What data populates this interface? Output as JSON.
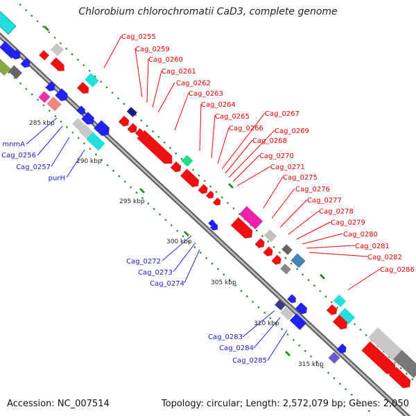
{
  "title": "Chlorobium chlorochromatii CaD3, complete genome",
  "footer": {
    "accession": "Accession: NC_007514",
    "topology": "Topology: circular; Length: 2,572,079 bp; Genes: 2,050"
  },
  "colors": {
    "red": "#ff0000",
    "blue": "#0000ff",
    "backbone": "#888888",
    "tick": "#2a8a2a",
    "label_red": "#ee0000",
    "label_blue": "#1a1ad8",
    "kbp_text": "#222222"
  },
  "kbp_labels": [
    "285 kbp",
    "290 kbp",
    "295 kbp",
    "300 kbp",
    "305 kbp",
    "310 kbp",
    "315 kbp"
  ],
  "outer_labels": [
    "Cag_0255",
    "Cag_0259",
    "Cag_0260",
    "Cag_0261",
    "Cag_0262",
    "Cag_0263",
    "Cag_0264",
    "Cag_0265",
    "Cag_0266",
    "Cag_0267",
    "Cag_0268",
    "Cag_0269",
    "Cag_0270",
    "Cag_0271",
    "Cag_0275",
    "Cag_0276",
    "Cag_0277",
    "Cag_0278",
    "Cag_0279",
    "Cag_0280",
    "Cag_0281",
    "Cag_0282",
    "Cag_0286"
  ],
  "inner_labels": [
    "mnmA",
    "Cag_0256",
    "Cag_0257",
    "purH",
    "Cag_0272",
    "Cag_0273",
    "Cag_0274",
    "Cag_0283",
    "Cag_0284",
    "Cag_0285"
  ]
}
